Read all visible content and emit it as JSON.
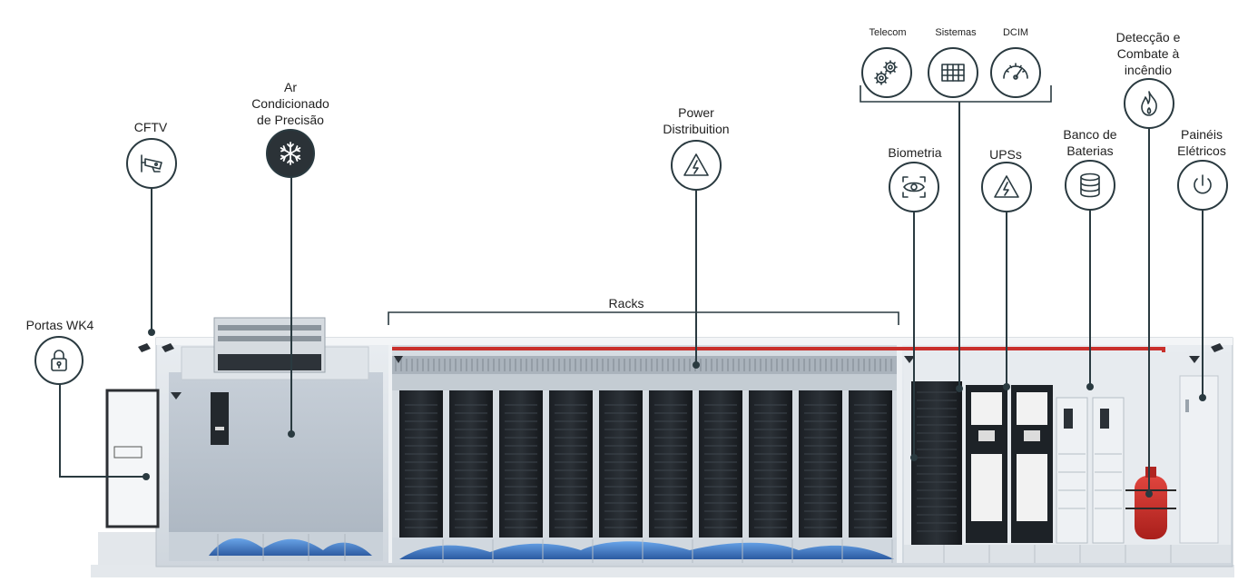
{
  "labels": {
    "portas": "Portas WK4",
    "cftv": "CFTV",
    "ar_1": "Ar",
    "ar_2": "Condicionado",
    "ar_3": "de Precisão",
    "power_1": "Power",
    "power_2": "Distribuition",
    "racks": "Racks",
    "telecom": "Telecom",
    "sistemas": "Sistemas",
    "dcim": "DCIM",
    "deteccao_1": "Detecção e",
    "deteccao_2": "Combate à",
    "deteccao_3": "incêndio",
    "biometria": "Biometria",
    "upss": "UPSs",
    "banco_1": "Banco de",
    "banco_2": "Baterias",
    "paineis_1": "Painéis",
    "paineis_2": "Elétricos"
  },
  "icons": {
    "portas": "padlock-icon",
    "cftv": "cctv-camera-icon",
    "ar": "snowflake-icon",
    "power": "lightning-triangle-icon",
    "telecom": "gears-icon",
    "sistemas": "grid-table-icon",
    "dcim": "gauge-icon",
    "deteccao": "flame-icon",
    "biometria": "eye-scan-icon",
    "upss": "lightning-triangle-icon",
    "banco": "database-icon",
    "paineis": "power-icon"
  },
  "colors": {
    "accent_red": "#c9302c",
    "icon_stroke": "#2a3a40",
    "airflow_blue": "#2f6fc0"
  }
}
